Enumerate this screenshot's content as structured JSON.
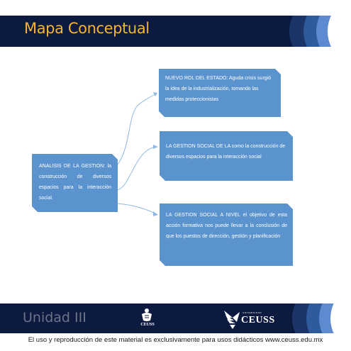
{
  "header": {
    "title": "Mapa Conceptual"
  },
  "diagram": {
    "root": {
      "text": "ANALISIS DE LA GESTION: la construcción de diversos espacios para la interacción social."
    },
    "branches": [
      {
        "text": "NUEVO ROL DEL ESTADO: Aguda crisis surgió la idea de la industrialización, tomando las medidas proteccionistas"
      },
      {
        "text": "LA GESTION SOCIAL DE LA como la construcción de diversos espacios para la interacción social"
      },
      {
        "text": "LA GESTION SOCIAL A NIVEL el objetivo de esta acción formativa nos puede llevar a la conclusión de que los puestos de dirección, gestión y planificación"
      }
    ]
  },
  "footer": {
    "unit_label": "Unidad III",
    "logo_small_text": "CEUSS",
    "logo_large_text": "CEUSS",
    "logo_large_caption": "UNIVERSIDAD",
    "note": "El uso y reproducción de este material es exclusivamente para usos didácticos www.ceuss.edu.mx"
  },
  "colors": {
    "band": "#0b1a3e",
    "title": "#f3b533",
    "node_fill": "#5b93cf",
    "connector": "#8fb8e6"
  }
}
